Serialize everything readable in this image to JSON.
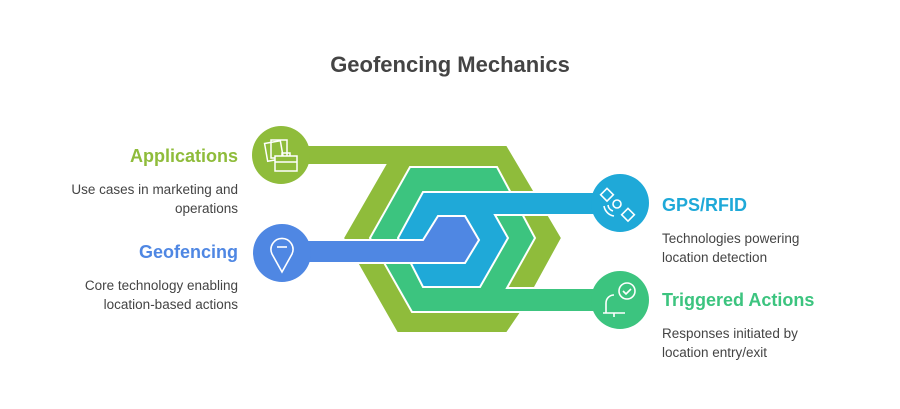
{
  "title": "Geofencing Mechanics",
  "colors": {
    "applications": "#8FBC3B",
    "geofencing": "#4F87E3",
    "gps": "#1FA9D8",
    "triggered": "#3CC47F"
  },
  "items": [
    {
      "heading": "Applications",
      "description": "Use cases in marketing and operations",
      "icon": "briefcase-documents-icon"
    },
    {
      "heading": "Geofencing",
      "description": "Core technology enabling location-based actions",
      "icon": "map-pin-icon"
    },
    {
      "heading": "GPS/RFID",
      "description": "Technologies powering location detection",
      "icon": "satellite-icon"
    },
    {
      "heading": "Triggered Actions",
      "description": "Responses initiated by location entry/exit",
      "icon": "bell-check-icon"
    }
  ]
}
